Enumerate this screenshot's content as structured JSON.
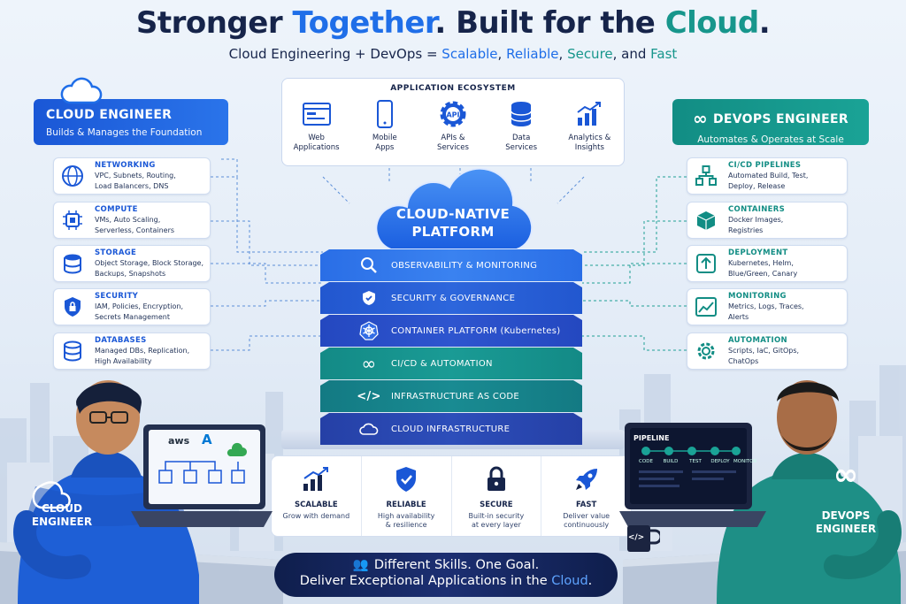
{
  "title": {
    "part1": "Stronger ",
    "part2": "Together",
    "part3": ". Built for the ",
    "part4": "Cloud",
    "part5": "."
  },
  "subtitle": {
    "lead": "Cloud Engineering + DevOps = ",
    "w1": "Scalable",
    "c1": ", ",
    "w2": "Reliable",
    "c2": ", ",
    "w3": "Secure",
    "c3": ", and ",
    "w4": "Fast"
  },
  "cloud_engineer": {
    "title": "CLOUD ENGINEER",
    "subtitle": "Builds & Manages the Foundation",
    "items": [
      {
        "title": "NETWORKING",
        "desc1": "VPC, Subnets, Routing,",
        "desc2": "Load Balancers, DNS"
      },
      {
        "title": "COMPUTE",
        "desc1": "VMs, Auto Scaling,",
        "desc2": "Serverless, Containers"
      },
      {
        "title": "STORAGE",
        "desc1": "Object Storage, Block Storage,",
        "desc2": "Backups, Snapshots"
      },
      {
        "title": "SECURITY",
        "desc1": "IAM, Policies, Encryption,",
        "desc2": "Secrets Management"
      },
      {
        "title": "DATABASES",
        "desc1": "Managed DBs, Replication,",
        "desc2": "High Availability"
      }
    ]
  },
  "devops_engineer": {
    "title": "DEVOPS ENGINEER",
    "subtitle": "Automates & Operates at Scale",
    "items": [
      {
        "title": "CI/CD PIPELINES",
        "desc1": "Automated Build, Test,",
        "desc2": "Deploy, Release"
      },
      {
        "title": "CONTAINERS",
        "desc1": "Docker Images,",
        "desc2": "Registries"
      },
      {
        "title": "DEPLOYMENT",
        "desc1": "Kubernetes, Helm,",
        "desc2": "Blue/Green, Canary"
      },
      {
        "title": "MONITORING",
        "desc1": "Metrics, Logs, Traces,",
        "desc2": "Alerts"
      },
      {
        "title": "AUTOMATION",
        "desc1": "Scripts, IaC, GitOps,",
        "desc2": "ChatOps"
      }
    ]
  },
  "ecosystem": {
    "title": "APPLICATION ECOSYSTEM",
    "items": [
      {
        "line1": "Web",
        "line2": "Applications"
      },
      {
        "line1": "Mobile",
        "line2": "Apps"
      },
      {
        "line1": "APIs &",
        "line2": "Services"
      },
      {
        "line1": "Data",
        "line2": "Services"
      },
      {
        "line1": "Analytics &",
        "line2": "Insights"
      }
    ],
    "api_badge": "API"
  },
  "platform": {
    "line1": "CLOUD-NATIVE",
    "line2": "PLATFORM",
    "layers": [
      {
        "label": "OBSERVABILITY & MONITORING",
        "color": "#2a6ee6"
      },
      {
        "label": "SECURITY & GOVERNANCE",
        "color": "#2257cf"
      },
      {
        "label": "CONTAINER PLATFORM (Kubernetes)",
        "color": "#2448c0"
      },
      {
        "label": "CI/CD & AUTOMATION",
        "color": "#138a86"
      },
      {
        "label": "INFRASTRUCTURE AS CODE",
        "color": "#137a83"
      },
      {
        "label": "CLOUD INFRASTRUCTURE",
        "color": "#2540a6"
      }
    ]
  },
  "benefits": [
    {
      "title": "SCALABLE",
      "desc1": "Grow with demand",
      "desc2": ""
    },
    {
      "title": "RELIABLE",
      "desc1": "High availability",
      "desc2": "& resilience"
    },
    {
      "title": "SECURE",
      "desc1": "Built-in security",
      "desc2": "at every layer"
    },
    {
      "title": "FAST",
      "desc1": "Deliver value",
      "desc2": "continuously"
    }
  ],
  "banner": {
    "line1": "Different Skills. One Goal.",
    "line2a": "Deliver Exceptional Applications in the ",
    "line2b": "Cloud",
    "line2c": "."
  },
  "left_person": {
    "hoodie1": "CLOUD",
    "hoodie2": "ENGINEER",
    "logos": [
      "aws",
      "A"
    ]
  },
  "right_person": {
    "hoodie1": "DEVOPS",
    "hoodie2": "ENGINEER",
    "pipeline": "PIPELINE",
    "steps": [
      "CODE",
      "BUILD",
      "TEST",
      "DEPLOY",
      "MONITOR"
    ],
    "mug": "</>"
  },
  "colors": {
    "blue": "#1f6ee8",
    "teal": "#17968c",
    "navy": "#16244a"
  }
}
